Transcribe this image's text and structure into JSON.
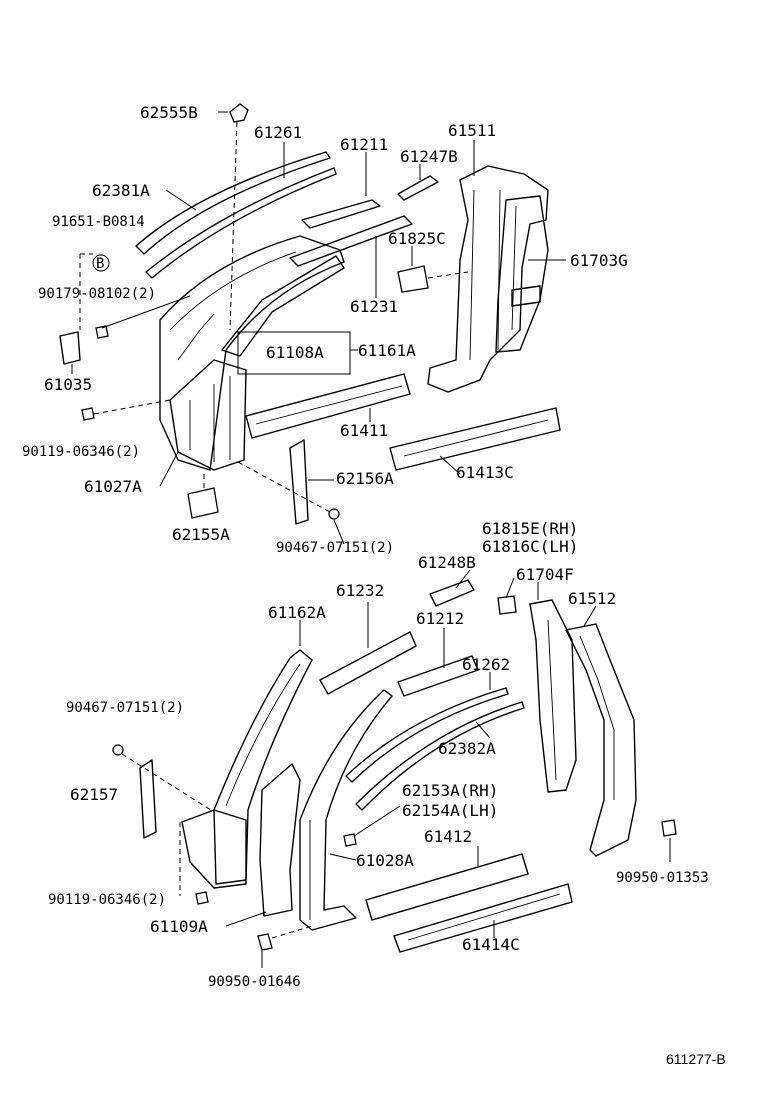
{
  "labels": {
    "p62555B": "62555B",
    "p61261": "61261",
    "p61211": "61211",
    "p61511": "61511",
    "p61247B": "61247B",
    "p62381A": "62381A",
    "p91651": "91651-B0814",
    "b_marker": "B",
    "p61825C": "61825C",
    "p61703G": "61703G",
    "p61231": "61231",
    "p90179": "90179-08102(2)",
    "p61108A": "61108A",
    "p61161A": "61161A",
    "p61035": "61035",
    "p61411": "61411",
    "p90119a": "90119-06346(2)",
    "p61413C": "61413C",
    "p61027A": "61027A",
    "p62156A": "62156A",
    "p62155A": "62155A",
    "p90467a": "90467-07151(2)",
    "p61815E": "61815E(RH)",
    "p61816C": "61816C(LH)",
    "p61248B": "61248B",
    "p61232": "61232",
    "p61704F": "61704F",
    "p61512": "61512",
    "p61162A": "61162A",
    "p61212": "61212",
    "p61262": "61262",
    "p90467b": "90467-07151(2)",
    "p62382A": "62382A",
    "p62157": "62157",
    "p62153A": "62153A(RH)",
    "p62154A": "62154A(LH)",
    "p61412": "61412",
    "p61028A": "61028A",
    "p90950b": "90950-01353",
    "p90119b": "90119-06346(2)",
    "p61109A": "61109A",
    "p61414C": "61414C",
    "p90950a": "90950-01646",
    "ref": "611277-B"
  }
}
